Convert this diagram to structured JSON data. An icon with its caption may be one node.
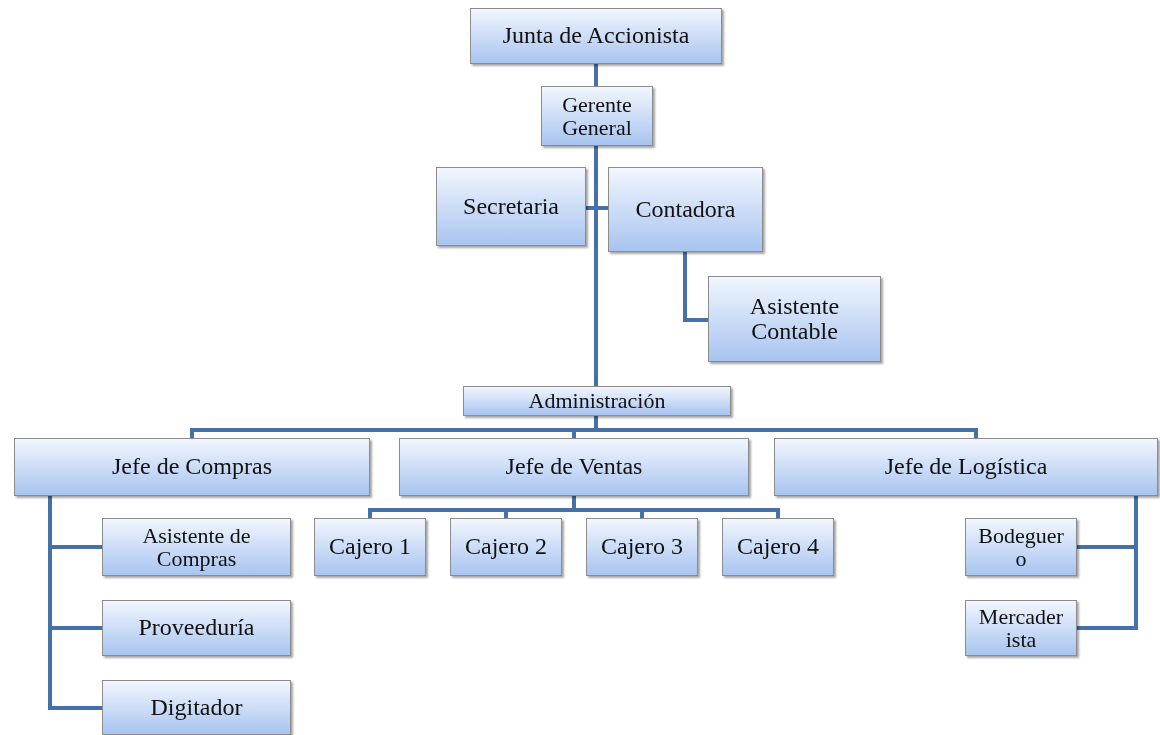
{
  "diagram": {
    "nodes": [
      {
        "text": [
          "Junta de Accionista"
        ]
      },
      {
        "text": [
          "Gerente General"
        ]
      },
      {
        "text": [
          "Secretaria"
        ]
      },
      {
        "text": [
          "Contadora"
        ]
      },
      {
        "text": [
          "Asistente Contable"
        ]
      },
      {
        "text": [
          "Administración"
        ]
      },
      {
        "text": [
          "Jefe de Compras"
        ]
      },
      {
        "text": [
          "Jefe de Ventas"
        ]
      },
      {
        "text": [
          "Jefe de Logística"
        ]
      },
      {
        "text": [
          "Asistente de Compras"
        ]
      },
      {
        "text": [
          "Proveeduría"
        ]
      },
      {
        "text": [
          "Digitador"
        ]
      },
      {
        "text": [
          "Cajero 1"
        ]
      },
      {
        "text": [
          "Cajero 2"
        ]
      },
      {
        "text": [
          "Cajero 3"
        ]
      },
      {
        "text": [
          "Cajero 4"
        ]
      },
      {
        "text": [
          "Bodeguero"
        ]
      },
      {
        "text": [
          "Mercaderista"
        ]
      }
    ],
    "edges": [
      {
        "from": 0,
        "to": 1,
        "arrow": "none"
      },
      {
        "from": 1,
        "to": 2,
        "arrow": "none"
      },
      {
        "from": 1,
        "to": 3,
        "arrow": "none"
      },
      {
        "from": 1,
        "to": 5,
        "arrow": "none"
      },
      {
        "from": 3,
        "to": 4,
        "arrow": "none"
      },
      {
        "from": 5,
        "to": 6,
        "arrow": "none"
      },
      {
        "from": 5,
        "to": 7,
        "arrow": "none"
      },
      {
        "from": 5,
        "to": 8,
        "arrow": "none"
      },
      {
        "from": 6,
        "to": 9,
        "arrow": "none"
      },
      {
        "from": 6,
        "to": 10,
        "arrow": "none"
      },
      {
        "from": 6,
        "to": 11,
        "arrow": "none"
      },
      {
        "from": 7,
        "to": 12,
        "arrow": "none"
      },
      {
        "from": 7,
        "to": 13,
        "arrow": "none"
      },
      {
        "from": 7,
        "to": 14,
        "arrow": "none"
      },
      {
        "from": 7,
        "to": 15,
        "arrow": "none"
      },
      {
        "from": 8,
        "to": 16,
        "arrow": "none"
      },
      {
        "from": 8,
        "to": 17,
        "arrow": "none"
      }
    ]
  }
}
